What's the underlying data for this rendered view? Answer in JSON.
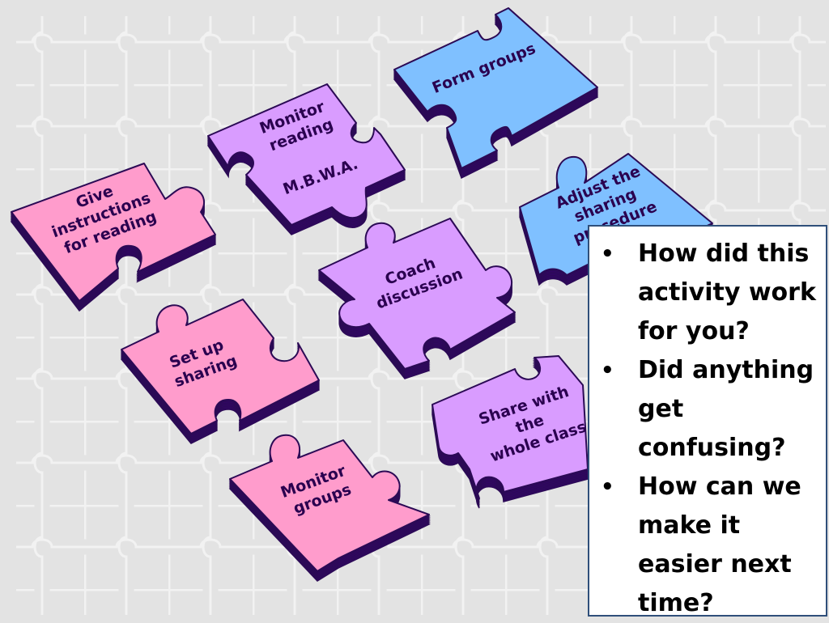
{
  "colors": {
    "pink": "#ff9ccc",
    "violet": "#d99cff",
    "blue": "#7fc0ff",
    "edge": "#3a0078",
    "outline": "#2b0a55"
  },
  "pieces": [
    {
      "id": "form-groups",
      "color": "blue",
      "lines": [
        "Form groups"
      ]
    },
    {
      "id": "monitor-reading",
      "color": "violet",
      "lines": [
        "Monitor",
        "reading",
        "M.B.W.A."
      ]
    },
    {
      "id": "give-instructions",
      "color": "pink",
      "lines": [
        "Give",
        "instructions",
        "for reading"
      ]
    },
    {
      "id": "adjust-sharing",
      "color": "blue",
      "lines": [
        "Adjust the",
        "sharing",
        "procedure"
      ]
    },
    {
      "id": "coach-discussion",
      "color": "violet",
      "lines": [
        "Coach",
        "discussion"
      ]
    },
    {
      "id": "set-up-sharing",
      "color": "pink",
      "lines": [
        "Set up",
        "sharing"
      ]
    },
    {
      "id": "share-whole-class",
      "color": "violet",
      "lines": [
        "Share with",
        "the",
        "whole class"
      ]
    },
    {
      "id": "monitor-groups",
      "color": "pink",
      "lines": [
        "Monitor",
        "groups"
      ]
    }
  ],
  "questions": {
    "bullet": "•",
    "items": [
      "How did this activity work for you?",
      "Did anything get confusing?",
      "How can we make it easier next time?"
    ]
  }
}
